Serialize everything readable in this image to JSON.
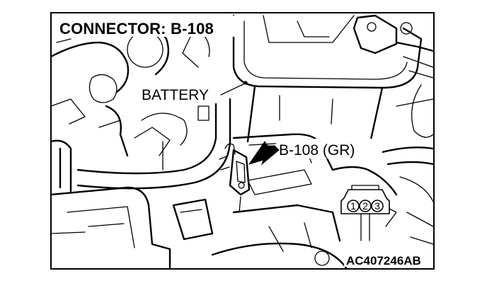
{
  "figure": {
    "title": "CONNECTOR: B-108",
    "battery_label": "BATTERY",
    "connector_label": "B-108 (GR)",
    "figure_code": "AC407246AB",
    "pins": [
      "1",
      "2",
      "3"
    ]
  }
}
